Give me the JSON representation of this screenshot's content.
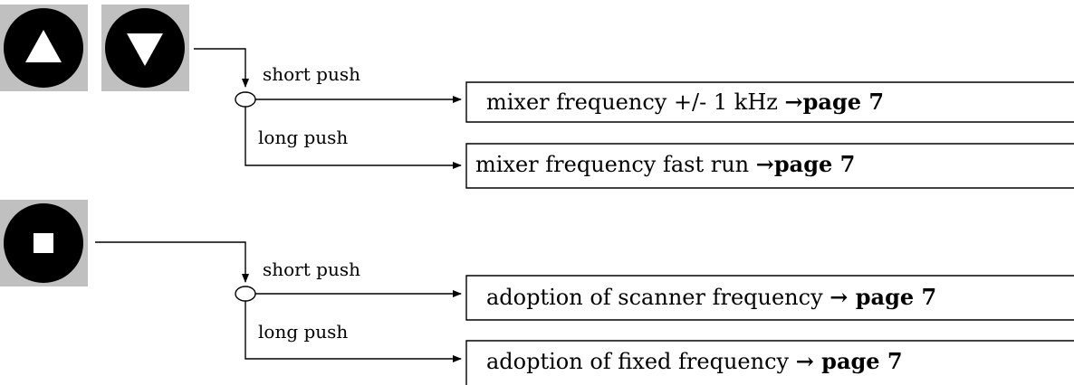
{
  "buttons": [
    {
      "name": "up",
      "icon": "triangle-up-icon"
    },
    {
      "name": "down",
      "icon": "triangle-down-icon"
    },
    {
      "name": "stop",
      "icon": "square-stop-icon"
    }
  ],
  "groups": [
    {
      "short_label": "short push",
      "long_label": "long push",
      "short_text": "mixer frequency +/- 1 kHz ",
      "short_page": "page 7",
      "long_text": "mixer frequency fast run ",
      "long_page": "page 7"
    },
    {
      "short_label": "short push",
      "long_label": "long push",
      "short_text": "adoption of scanner frequency ",
      "short_page": " page 7",
      "long_text": "adoption of fixed frequency ",
      "long_page": " page 7"
    }
  ],
  "arrow_glyph": "→",
  "colors": {
    "button_bg": "#c0c0c0",
    "button_face": "#000000",
    "glyph": "#ffffff"
  }
}
